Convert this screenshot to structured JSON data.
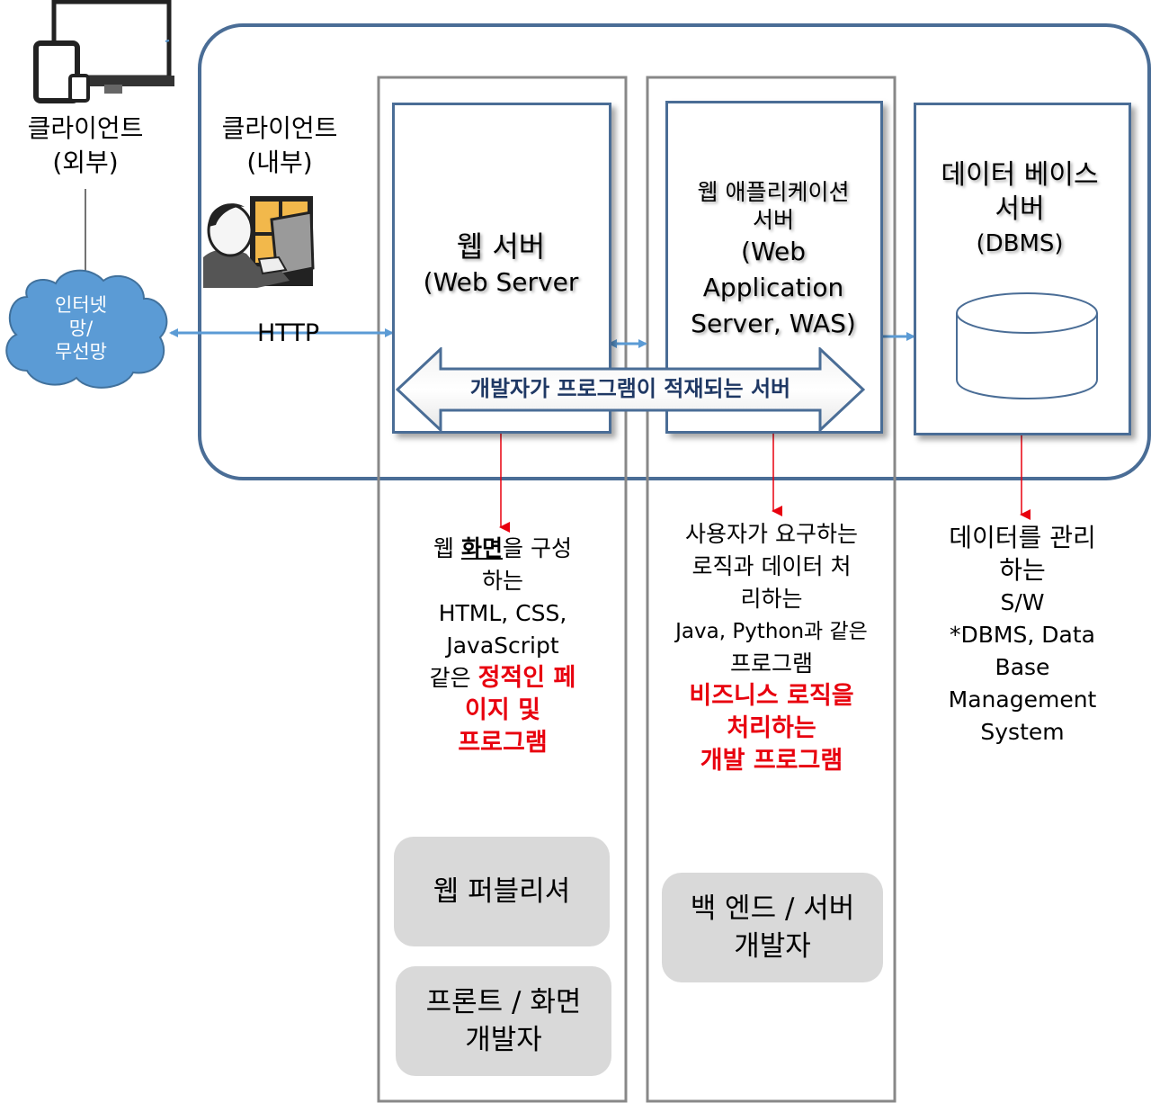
{
  "client_external": {
    "line1": "클라이언트",
    "line2": "(외부)"
  },
  "client_internal": {
    "line1": "클라이언트",
    "line2": "(내부)"
  },
  "internet": {
    "line1": "인터넷",
    "line2": "망/",
    "line3": "무선망"
  },
  "protocol": "HTTP",
  "web_server": {
    "title": "웹 서버",
    "subtitle": "(Web Server"
  },
  "was": {
    "line1": "웹 애플리케이션",
    "line2": "서버",
    "line3": "(Web",
    "line4": "Application",
    "line5": "Server, WAS)"
  },
  "db_server": {
    "line1": "데이터 베이스",
    "line2": "서버",
    "line3": "(DBMS)"
  },
  "banner": "개발자가 프로그램이 적재되는 서버",
  "web_desc": {
    "p1": "웹 ",
    "p1_bold": "화면",
    "p1_rest": "을 구성",
    "p2": "하는",
    "p3": "HTML, CSS,",
    "p4": "JavaScript",
    "p5": "같은 ",
    "p5_red": "정적인 페",
    "p6_red": "이지 및",
    "p7_red": "프로그램"
  },
  "was_desc": {
    "p1": "사용자가 요구하는",
    "p2": "로직과 데이터 처",
    "p3": "리하는",
    "p4": "Java, Python과 같은",
    "p5": "프로그램",
    "p6_red": "비즈니스 로직을",
    "p7_red": "처리하는",
    "p8_red": "개발 프로그램"
  },
  "db_desc": {
    "p1": "데이터를 관리",
    "p2": "하는",
    "p3": "S/W",
    "p4": "*DBMS, Data",
    "p5": "Base",
    "p6": "Management",
    "p7": "System"
  },
  "roles": {
    "web_publisher": "웹 퍼블리셔",
    "frontend_line1": "프론트 / 화면",
    "frontend_line2": "개발자",
    "backend_line1": "백 엔드 / 서버",
    "backend_line2": "개발자"
  },
  "colors": {
    "box_border": "#4a6d96",
    "arrow_blue": "#5b9bd5",
    "arrow_red": "#e8000e",
    "cloud_fill": "#5b9bd5",
    "banner_text": "#1f3864",
    "role_fill": "#d9d9d9"
  }
}
